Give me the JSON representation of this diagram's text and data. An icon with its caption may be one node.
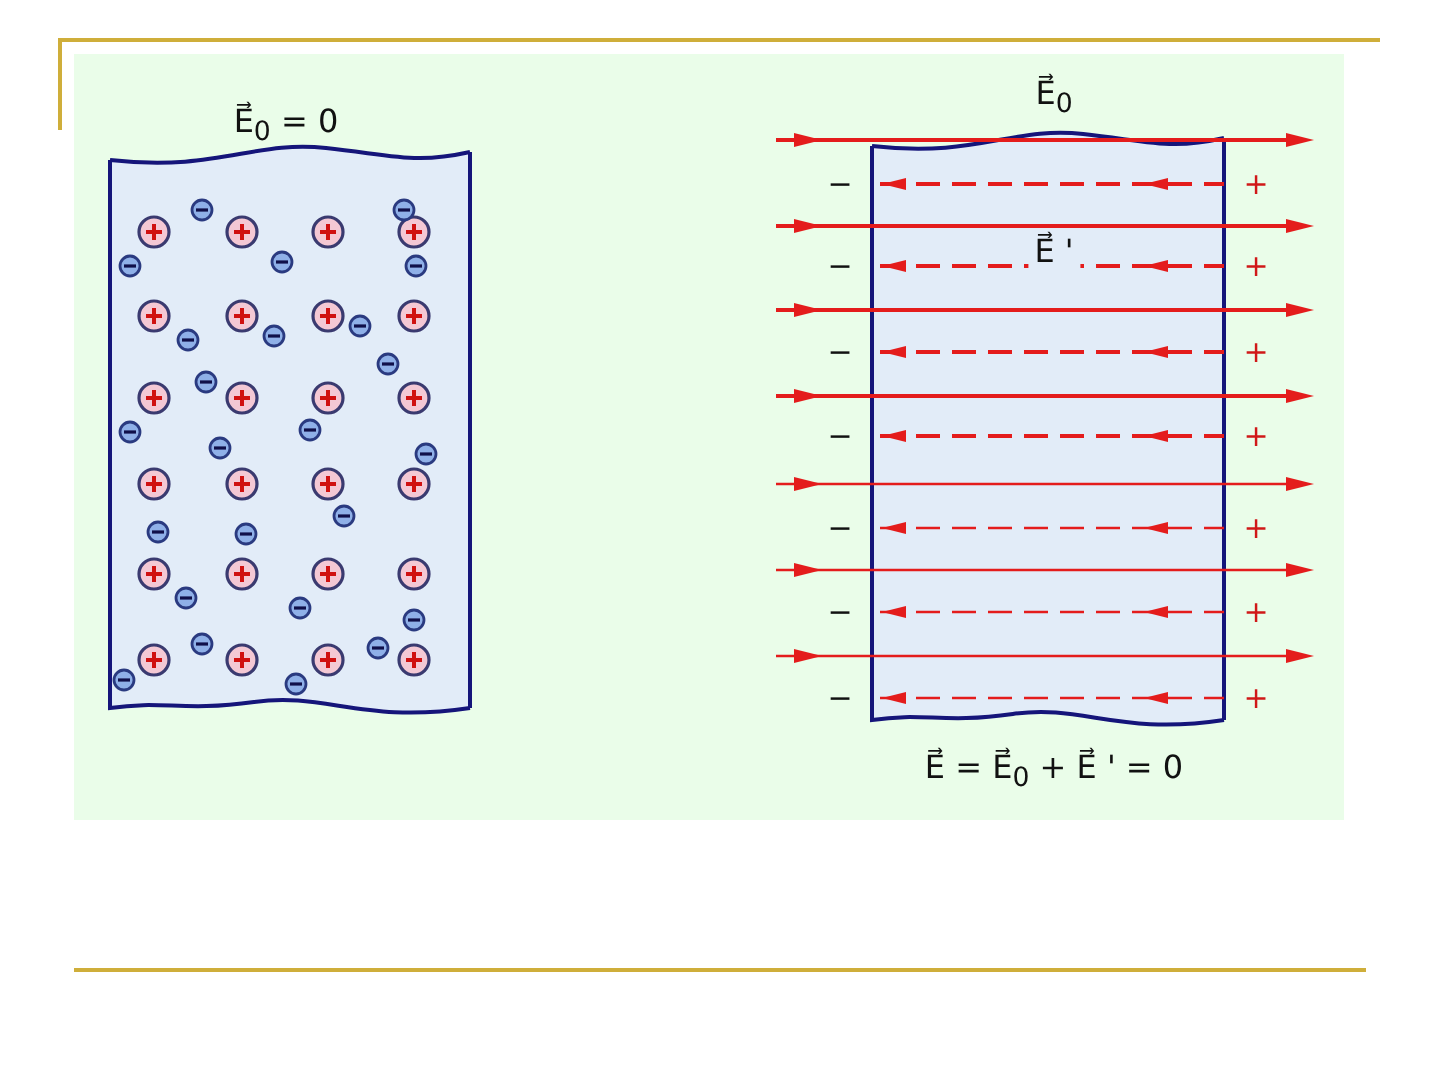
{
  "diagram": {
    "labels": [
      "E⃗$_{0}$ = 0",
      "E⃗$_{0}$",
      "−",
      "+",
      "−",
      "E⃗ '",
      "+",
      "−",
      "+",
      "−",
      "+",
      "−",
      "+",
      "−",
      "+",
      "−",
      "+",
      "E⃗ = E⃗$_{0}$ + E⃗ ' = 0"
    ]
  }
}
